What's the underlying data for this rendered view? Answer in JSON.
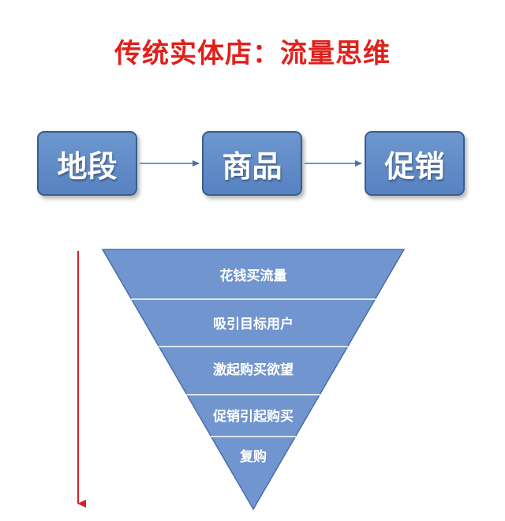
{
  "title": "传统实体店：流量思维",
  "colors": {
    "title": "#e0201b",
    "box_fill": "#6a93cc",
    "funnel_fill": "#7195cf",
    "funnel_stroke": "#4a6ea6",
    "connector": "#4a70a8",
    "side_arrow": "#d0212a"
  },
  "flow": {
    "steps": [
      "地段",
      "商品",
      "促销"
    ]
  },
  "funnel": {
    "layers": [
      "花钱买流量",
      "吸引目标用户",
      "激起购买欲望",
      "促销引起购买",
      "复购"
    ]
  }
}
